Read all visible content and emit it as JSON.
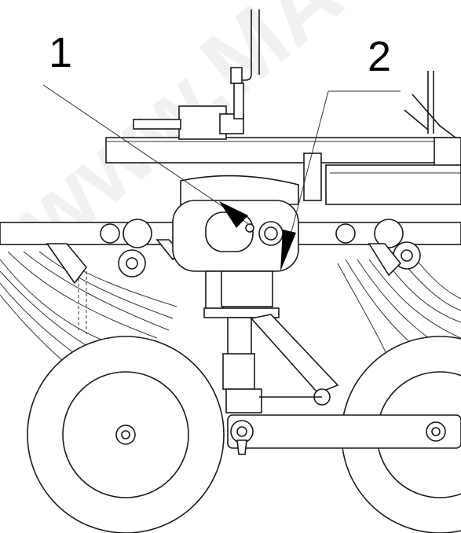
{
  "callouts": [
    {
      "label": "1"
    },
    {
      "label": "2"
    }
  ],
  "watermark": "www.MA"
}
